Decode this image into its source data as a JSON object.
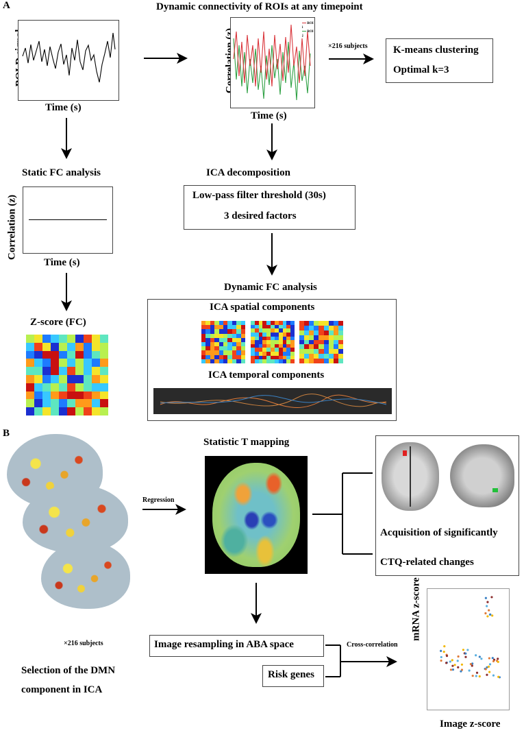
{
  "panel_a": {
    "label": "A",
    "title": "Dynamic connectivity of ROIs at any timepoint",
    "bold_ylabel": "BOLD signal",
    "bold_xlabel": "Time (s)",
    "corr_ylabel": "Correlation (z)",
    "corr_xlabel": "Time (s)",
    "legend_roi_i": "ROI i",
    "legend_roi_j": "ROI j",
    "subjects_note": "×216 subjects",
    "kmeans_line1": "K-means clustering",
    "kmeans_line2": "Optimal k=3",
    "static_title": "Static FC analysis",
    "static_ylabel": "Correlation (z)",
    "static_xlabel": "Time (s)",
    "ica_title": "ICA decomposition",
    "ica_line1": "Low-pass filter threshold (30s)",
    "ica_line2": "3 desired factors",
    "zscore_title": "Z-score (FC)",
    "dynamic_title": "Dynamic FC analysis",
    "spatial_title": "ICA spatial components",
    "temporal_title": "ICA temporal components"
  },
  "panel_b": {
    "label": "B",
    "tmap_title": "Statistic T mapping",
    "regression_label": "Regression",
    "acquisition_line1": "Acquisition of significantly",
    "acquisition_line2": "CTQ-related changes",
    "subjects_note": "×216 subjects",
    "dmn_line1": "Selection of the DMN",
    "dmn_line2": "component in ICA",
    "resampling_label": "Image resampling in ABA space",
    "risk_genes_label": "Risk genes",
    "crosscorr_label": "Cross-correlation",
    "scatter_ylabel": "mRNA z-score",
    "scatter_xlabel": "Image z-score"
  },
  "colors": {
    "roi_i": "#d9343a",
    "roi_j": "#2ea043",
    "temporal_bg": "#2a2a2a"
  }
}
